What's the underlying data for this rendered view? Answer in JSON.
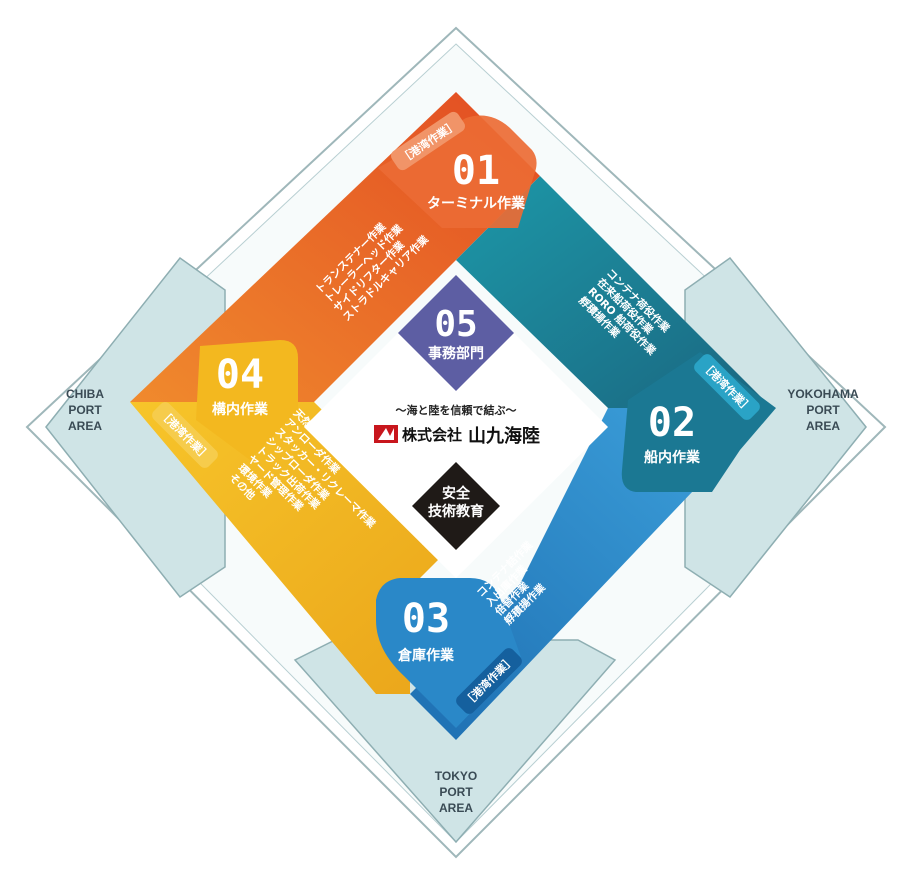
{
  "ports": {
    "chiba": [
      "CHIBA",
      "PORT",
      "AREA"
    ],
    "yokohama": [
      "YOKOHAMA",
      "PORT",
      "AREA"
    ],
    "tokyo": [
      "TOKYO",
      "PORT",
      "AREA"
    ]
  },
  "sections": {
    "s01": {
      "number": "01",
      "title": "ターミナル作業",
      "badge": "［港湾作業］",
      "tasks": [
        "トランステナー作業",
        "トレーラーヘッド作業",
        "サイドリフター作業",
        "ストラドルキャリア作業"
      ]
    },
    "s02": {
      "number": "02",
      "title": "船内作業",
      "badge": "［港湾作業］",
      "tasks": [
        "コンテナ荷役作業",
        "在来船荷役作業",
        "RORO 船荷役作業",
        "艀積揚作業"
      ]
    },
    "s03": {
      "number": "03",
      "title": "倉庫作業",
      "badge": "［港湾作業］",
      "tasks": [
        "コンテナ詰作業",
        "入出庫作業",
        "倍替作業",
        "艀積揚作業"
      ]
    },
    "s04": {
      "number": "04",
      "title": "構内作業",
      "badge": "［港湾作業］",
      "tasks": [
        "天然資源荷役作業（石炭、石膏、原塩 他）",
        "アンローダ作業",
        "スタッカー・リクレーマ作業",
        "シップローダ作業",
        "トラック出荷作業",
        "ヤード管理作業",
        "環境作業",
        "その他"
      ]
    },
    "s05": {
      "number": "05",
      "title": "事務部門"
    }
  },
  "center": {
    "slogan": "〜海と陸を信頼で結ぶ〜",
    "company_prefix": "株式会社",
    "company_name": "山九海陸",
    "safety_line1": "安全",
    "safety_line2": "技術教育"
  },
  "colors": {
    "orange": "#e8622a",
    "teal": "#1f7f97",
    "blue": "#2f8ed0",
    "yellow": "#f2b61e",
    "purple": "#5d5ea3",
    "black": "#1f1a17",
    "frame": "#cfe4e6"
  }
}
